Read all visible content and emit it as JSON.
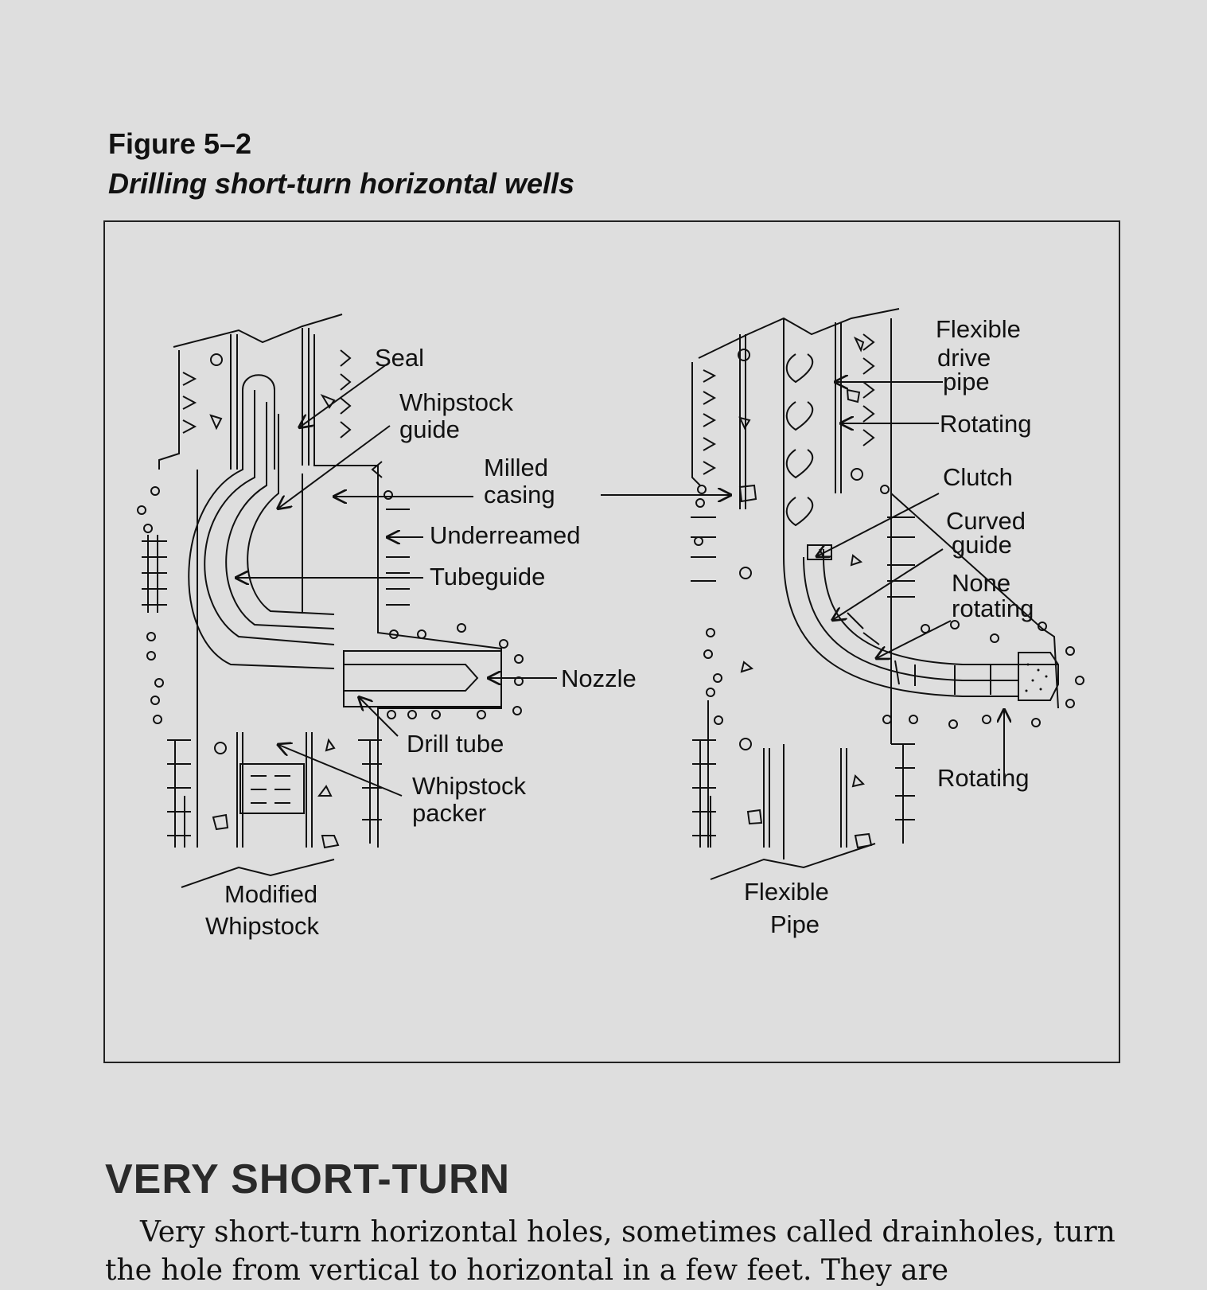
{
  "figure": {
    "number": "Figure 5–2",
    "caption": "Drilling short-turn horizontal wells"
  },
  "diagram": {
    "left": {
      "title_line1": "Modified",
      "title_line2": "Whipstock",
      "labels": {
        "seal": "Seal",
        "whipstock_guide_1": "Whipstock",
        "whipstock_guide_2": "guide",
        "milled_casing_1": "Milled",
        "milled_casing_2": "casing",
        "underreamed": "Underreamed",
        "tubeguide": "Tubeguide",
        "nozzle": "Nozzle",
        "drill_tube": "Drill tube",
        "whipstock_packer_1": "Whipstock",
        "whipstock_packer_2": "packer"
      }
    },
    "right": {
      "title_line1": "Flexible",
      "title_line2": "Pipe",
      "labels": {
        "flexible_drive_pipe_1": "Flexible",
        "flexible_drive_pipe_2": "drive",
        "flexible_drive_pipe_3": "pipe",
        "rotating_top": "Rotating",
        "clutch": "Clutch",
        "curved_guide_1": "Curved",
        "curved_guide_2": "guide",
        "none_rotating_1": "None",
        "none_rotating_2": "rotating",
        "rotating_bottom": "Rotating"
      }
    }
  },
  "section": {
    "heading": "VERY SHORT-TURN",
    "paragraph": "Very short-turn horizontal holes, sometimes called drainholes, turn the hole from vertical to horizontal in a few feet. They are"
  }
}
